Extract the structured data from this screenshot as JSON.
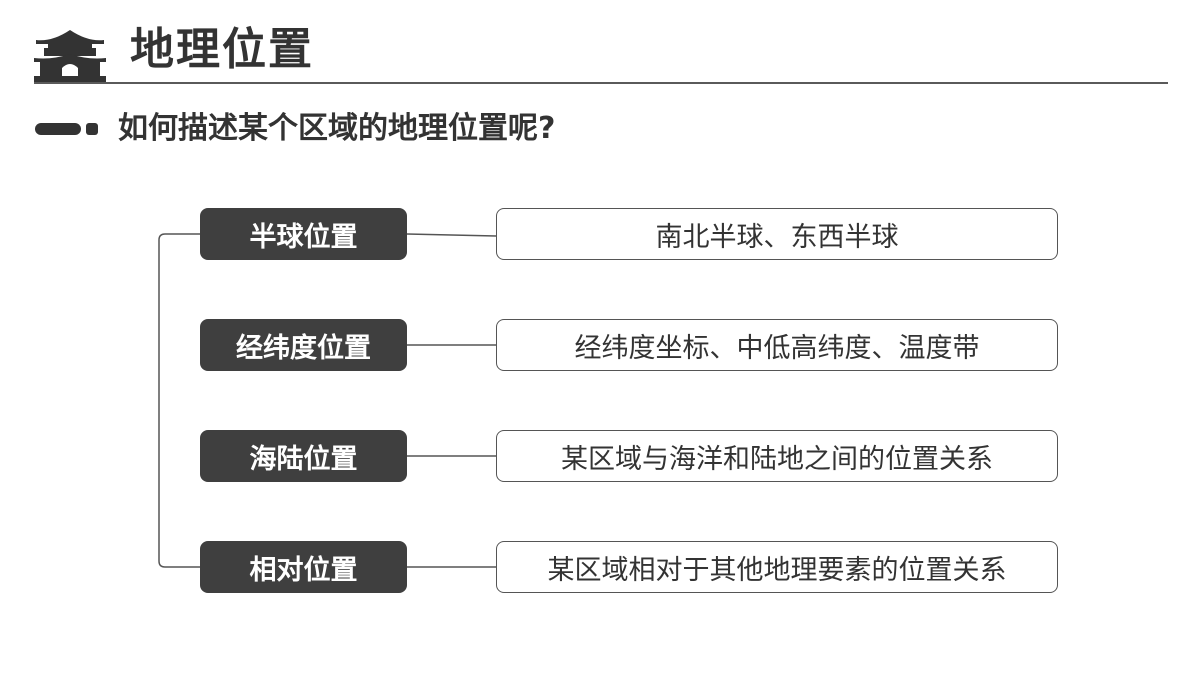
{
  "header": {
    "title": "地理位置",
    "icon": "ancient-gate-icon"
  },
  "question": "如何描述某个区域的地理位置呢?",
  "rows": [
    {
      "category": "半球位置",
      "description": "南北半球、东西半球"
    },
    {
      "category": "经纬度位置",
      "description": "经纬度坐标、中低高纬度、温度带"
    },
    {
      "category": "海陆位置",
      "description": "某区域与海洋和陆地之间的位置关系"
    },
    {
      "category": "相对位置",
      "description": "某区域相对于其他地理要素的位置关系"
    }
  ],
  "colors": {
    "dark": "#3f3f3f",
    "text": "#333333",
    "line": "#555555"
  }
}
